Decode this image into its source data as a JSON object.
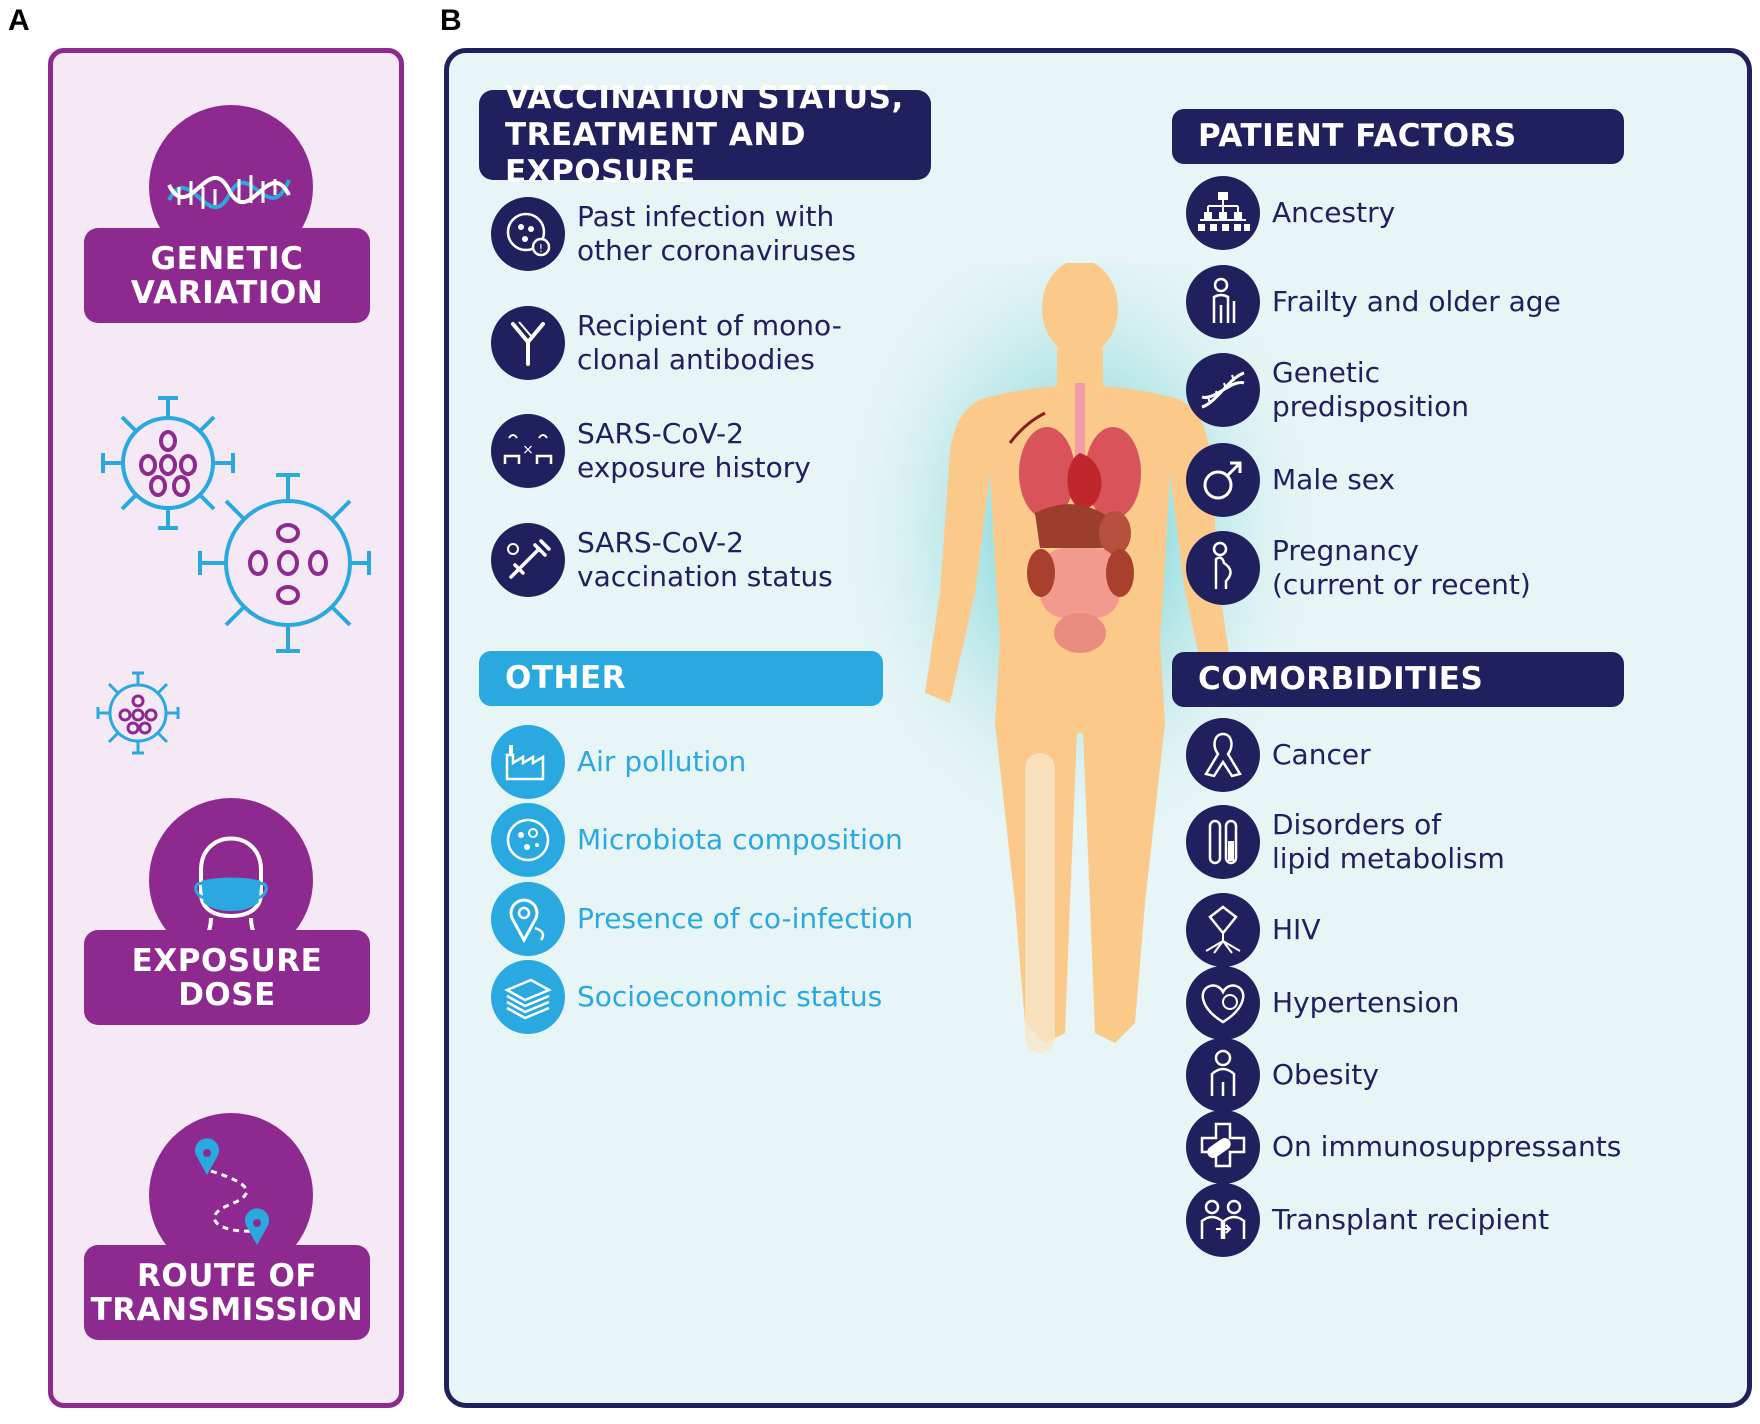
{
  "panel_labels": {
    "a": "A",
    "b": "B"
  },
  "panel_a": {
    "genetic_variation": "GENETIC\nVARIATION",
    "exposure_dose": "EXPOSURE\nDOSE",
    "route_of_transmission": "ROUTE OF\nTRANSMISSION"
  },
  "panel_b": {
    "vaccination": {
      "header": "VACCINATION STATUS,\nTREATMENT AND EXPOSURE",
      "items": [
        {
          "label": "Past infection with\nother coronaviruses",
          "icon": "coronavirus-icon"
        },
        {
          "label": "Recipient of mono-\nclonal antibodies",
          "icon": "antibody-icon"
        },
        {
          "label": "SARS-CoV-2\nexposure history",
          "icon": "exposure-icon"
        },
        {
          "label": "SARS-CoV-2\nvaccination status",
          "icon": "syringe-icon"
        }
      ]
    },
    "other": {
      "header": "OTHER",
      "items": [
        {
          "label": "Air pollution",
          "icon": "factory-icon"
        },
        {
          "label": "Microbiota composition",
          "icon": "petri-dish-icon"
        },
        {
          "label": "Presence of co-infection",
          "icon": "location-pin-icon"
        },
        {
          "label": "Socioeconomic status",
          "icon": "money-stack-icon"
        }
      ]
    },
    "patient_factors": {
      "header": "PATIENT FACTORS",
      "items": [
        {
          "label": "Ancestry",
          "icon": "family-tree-icon"
        },
        {
          "label": "Frailty and older age",
          "icon": "elderly-icon"
        },
        {
          "label": "Genetic\npredisposition",
          "icon": "dna-icon"
        },
        {
          "label": "Male sex",
          "icon": "male-symbol-icon"
        },
        {
          "label": "Pregnancy\n(current or recent)",
          "icon": "pregnancy-icon"
        }
      ]
    },
    "comorbidities": {
      "header": "COMORBIDITIES",
      "items": [
        {
          "label": "Cancer",
          "icon": "ribbon-icon"
        },
        {
          "label": "Disorders of\nlipid metabolism",
          "icon": "test-tube-icon"
        },
        {
          "label": "HIV",
          "icon": "virus-particle-icon"
        },
        {
          "label": "Hypertension",
          "icon": "heart-gauge-icon"
        },
        {
          "label": "Obesity",
          "icon": "person-icon"
        },
        {
          "label": "On immunosuppressants",
          "icon": "pill-cross-icon"
        },
        {
          "label": "Transplant recipient",
          "icon": "transplant-icon"
        }
      ]
    }
  },
  "colors": {
    "purple": "#8e2a8f",
    "navy": "#21205e",
    "cyan": "#29a9df",
    "panel_a_bg": "#f6e9f6",
    "panel_b_bg": "#e7f5f6",
    "body_skin": "#fbc98a"
  }
}
